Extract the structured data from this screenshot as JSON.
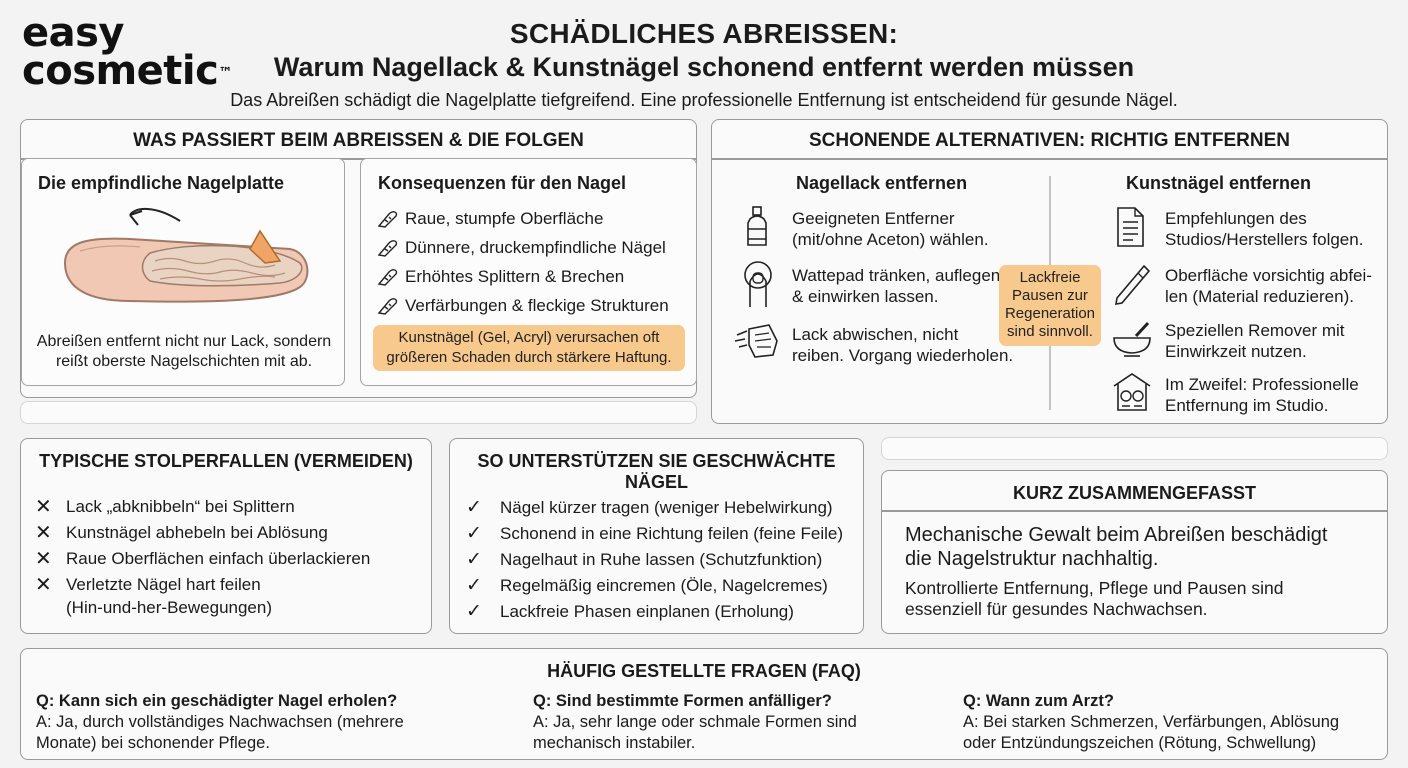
{
  "logo": {
    "line1": "easy",
    "line2": "cosmetic",
    "tm": "™"
  },
  "header": {
    "title": "SCHÄDLICHES ABREISSEN:",
    "subtitle": "Warum Nagellack & Kunstnägel schonend entfernt werden müssen",
    "intro": "Das Abreißen schädigt die Nagelplatte tiefgreifend. Eine professionelle Entfernung ist entscheidend für gesunde Nägel."
  },
  "was_passiert": {
    "title": "WAS PASSIERT BEIM ABREISSEN & DIE FOLGEN",
    "nagelplatte": {
      "heading": "Die empfindliche Nagelplatte",
      "caption_1": "Abreißen entfernt nicht nur Lack, sondern",
      "caption_2": "reißt oberste Nagelschichten mit ab."
    },
    "konsequenzen": {
      "heading": "Konsequenzen für den Nagel",
      "items": [
        "Raue, stumpfe Oberfläche",
        "Dünnere, druckempfindliche Nägel",
        "Erhöhtes Splittern & Brechen",
        "Verfärbungen & fleckige Strukturen"
      ],
      "note_1": "Kunstnägel (Gel, Acryl) verursachen oft",
      "note_2": "größeren Schaden durch stärkere Haftung."
    }
  },
  "alternativen": {
    "title": "SCHONENDE ALTERNATIVEN: RICHTIG ENTFERNEN",
    "nagellack": {
      "heading": "Nagellack entfernen",
      "steps": [
        {
          "icon": "bottle-icon",
          "l1": "Geeigneten Entferner",
          "l2": "(mit/ohne Aceton) wählen."
        },
        {
          "icon": "finger-pad-icon",
          "l1": "Wattepad tränken, auflegen",
          "l2": "& einwirken lassen."
        },
        {
          "icon": "wipe-hand-icon",
          "l1": "Lack abwischen, nicht",
          "l2": "reiben. Vorgang wiederholen."
        }
      ]
    },
    "callout": {
      "l1": "Lackfreie",
      "l2": "Pausen zur",
      "l3": "Regeneration",
      "l4": "sind sinnvoll."
    },
    "kunstnaegel": {
      "heading": "Kunstnägel entfernen",
      "steps": [
        {
          "icon": "document-icon",
          "l1": "Empfehlungen des",
          "l2": "Studios/Herstellers folgen."
        },
        {
          "icon": "nail-file-icon",
          "l1": "Oberfläche vorsichtig abfei-",
          "l2": "len (Material reduzieren)."
        },
        {
          "icon": "remover-bowl-icon",
          "l1": "Speziellen Remover mit",
          "l2": "Einwirkzeit nutzen."
        },
        {
          "icon": "salon-icon",
          "l1": "Im Zweifel: Professionelle",
          "l2": "Entfernung im Studio."
        }
      ]
    }
  },
  "stolperfallen": {
    "title": "TYPISCHE STOLPERFALLEN (VERMEIDEN)",
    "items": [
      "Lack „abknibbeln“ bei Splittern",
      "Kunstnägel abhebeln bei Ablösung",
      "Raue Oberflächen einfach überlackieren",
      "Verletzte Nägel hart feilen",
      "(Hin-und-her-Bewegungen)"
    ]
  },
  "unterstuetzen": {
    "title_1": "SO UNTERSTÜTZEN SIE GESCHWÄCHTE",
    "title_2": "NÄGEL",
    "items": [
      "Nägel kürzer tragen (weniger Hebelwirkung)",
      "Schonend in eine Richtung feilen (feine Feile)",
      "Nagelhaut in Ruhe lassen (Schutzfunktion)",
      "Regelmäßig eincremen (Öle, Nagelcremes)",
      "Lackfreie Phasen einplanen (Erholung)"
    ]
  },
  "zusammengefasst": {
    "title": "KURZ ZUSAMMENGEFASST",
    "main_1": "Mechanische Gewalt beim Abreißen beschädigt",
    "main_2": "die Nagelstruktur nachhaltig.",
    "detail_1": "Kontrollierte Entfernung, Pflege und Pausen sind",
    "detail_2": "essenziell für gesundes Nachwachsen."
  },
  "faq": {
    "title": "HÄUFIG GESTELLTE FRAGEN (FAQ)",
    "items": [
      {
        "q": "Q: Kann sich ein geschädigter Nagel erholen?",
        "a1": "A: Ja, durch vollständiges Nachwachsen (mehrere",
        "a2": "Monate) bei schonender Pflege."
      },
      {
        "q": "Q: Sind bestimmte Formen anfälliger?",
        "a1": "A: Ja, sehr lange oder schmale Formen sind",
        "a2": "mechanisch instabiler."
      },
      {
        "q": "Q: Wann zum Arzt?",
        "a1": "A: Bei starken Schmerzen, Verfärbungen, Ablösung",
        "a2": "oder Entzündungszeichen (Rötung, Schwellung)"
      }
    ]
  },
  "colors": {
    "accent_orange": "#f8c98d",
    "border": "#9a9a9a",
    "background": "#f3f3f3"
  }
}
